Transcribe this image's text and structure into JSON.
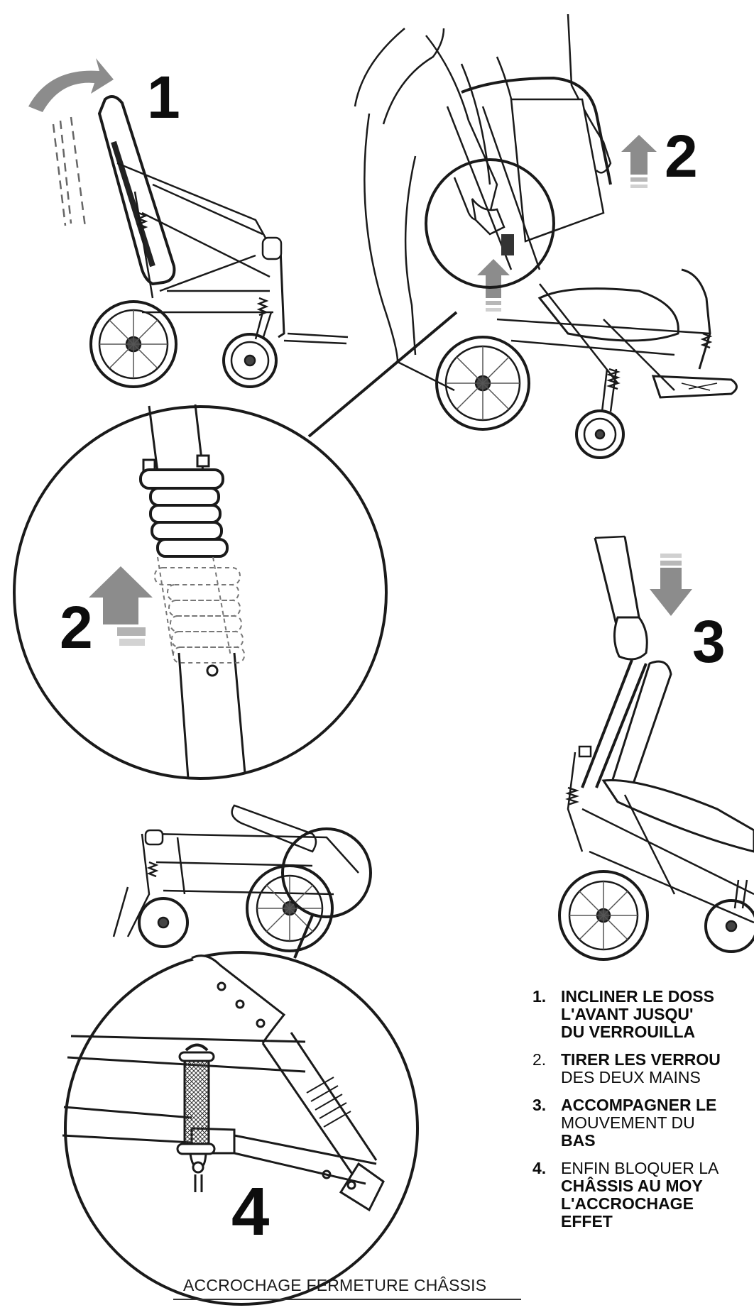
{
  "steps": {
    "s1": "1",
    "s2_top": "2",
    "s2_zoom": "2",
    "s3": "3",
    "s4": "4"
  },
  "caption": "ACCROCHAGE FERMETURE CHÂSSIS",
  "instructions": [
    {
      "number": "1.",
      "lines": [
        "INCLINER LE DOSS",
        "L'AVANT JUSQU'",
        "DU VERROUILLA"
      ]
    },
    {
      "number": "2.",
      "lines": [
        "TIRER LES VERROU",
        "DES DEUX MAINS"
      ]
    },
    {
      "number": "3.",
      "lines": [
        "ACCOMPAGNER LE",
        "MOUVEMENT DU",
        "BAS"
      ]
    },
    {
      "number": "4.",
      "lines": [
        "ENFIN BLOQUER LA",
        "CHÂSSIS AU MOY",
        "L'ACCROCHAGE",
        "EFFET"
      ]
    }
  ]
}
